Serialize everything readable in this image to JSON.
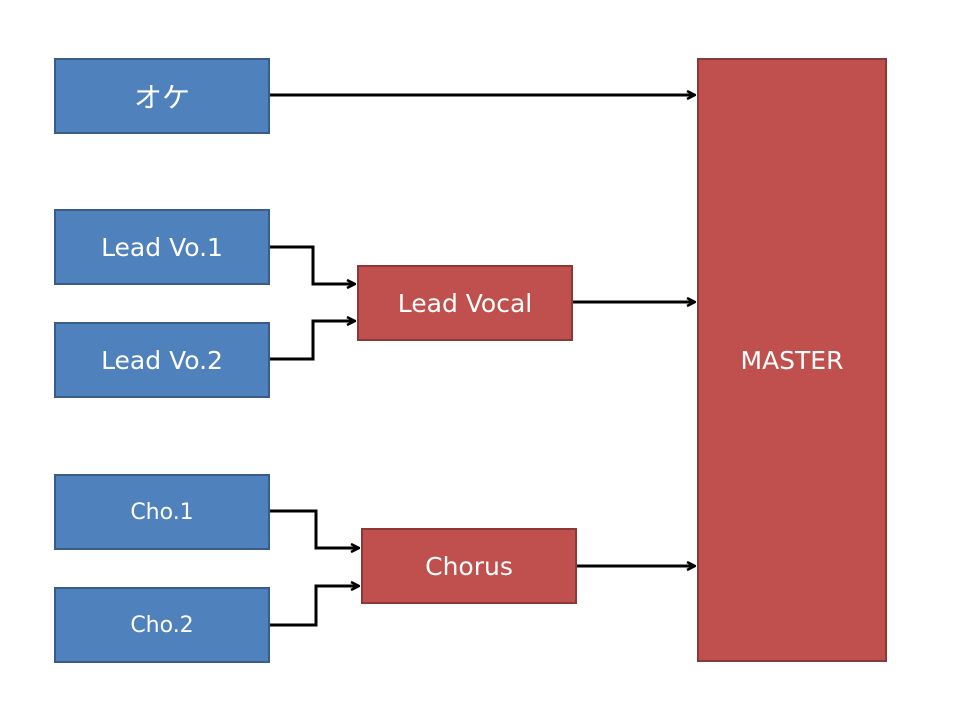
{
  "nodes": {
    "ops": "オケ",
    "lead_vo_1": "Lead Vo.1",
    "lead_vo_2": "Lead Vo.2",
    "cho_1": "Cho.1",
    "cho_2": "Cho.2",
    "lead_vocal": "Lead Vocal",
    "chorus": "Chorus",
    "master": "MASTER"
  },
  "colors": {
    "source_fill": "#4f81bd",
    "source_border": "#385d8a",
    "bus_fill": "#c0504d",
    "bus_border": "#8c3836",
    "arrow": "#000000"
  },
  "connections": [
    {
      "from": "ops",
      "to": "master"
    },
    {
      "from": "lead_vo_1",
      "to": "lead_vocal"
    },
    {
      "from": "lead_vo_2",
      "to": "lead_vocal"
    },
    {
      "from": "lead_vocal",
      "to": "master"
    },
    {
      "from": "cho_1",
      "to": "chorus"
    },
    {
      "from": "cho_2",
      "to": "chorus"
    },
    {
      "from": "chorus",
      "to": "master"
    }
  ]
}
